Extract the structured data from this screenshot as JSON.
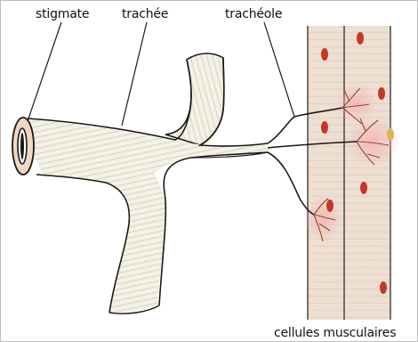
{
  "labels": {
    "stigmate": "stigmate",
    "trachee": "trachée",
    "tracheole": "trachéole",
    "cellules_musculaires": "cellules musculaires"
  },
  "colors": {
    "background": "#ffffff",
    "outline": "#1a1a1a",
    "trachea_fill": "#f4f1e6",
    "trachea_ring": "#d9d4c0",
    "muscle_fill": "#eedfd2",
    "muscle_stripe": "#e2cfbf",
    "nucleus": "#c0392b",
    "tracheole_branch": "#8b4a2b",
    "contact_glow": "#f6c6c6",
    "stigmate_fill": "#f3d7c4"
  },
  "icons": [
    "stigmate-opening",
    "trachea-tube",
    "tracheole-branches",
    "muscle-cell-band",
    "nucleus"
  ]
}
